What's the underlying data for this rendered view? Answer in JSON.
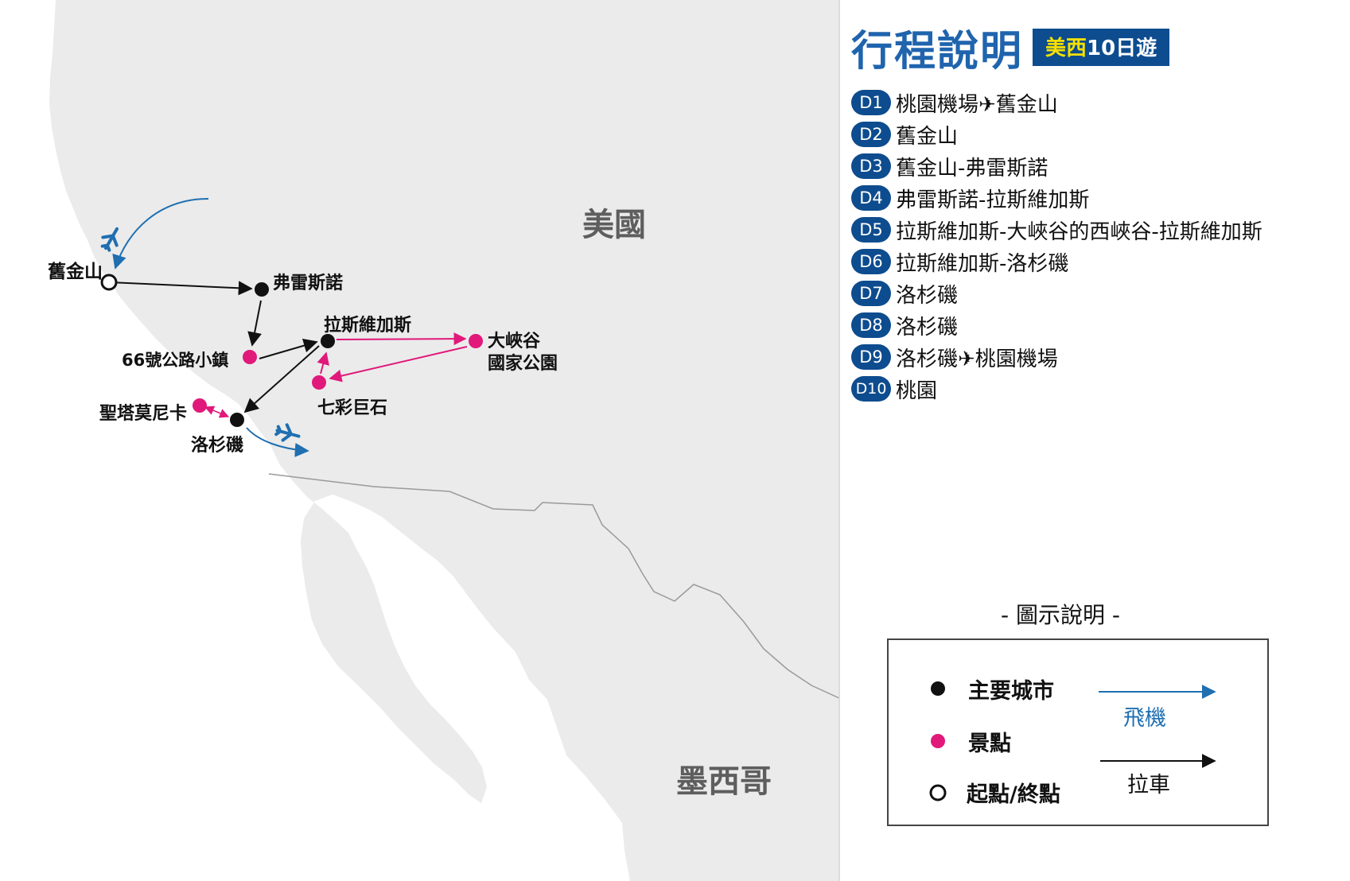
{
  "map": {
    "countries": [
      {
        "id": "usa",
        "label": "美國"
      },
      {
        "id": "mexico",
        "label": "墨西哥"
      }
    ],
    "cities": [
      {
        "id": "sf",
        "label": "舊金山",
        "kind": "start-end"
      },
      {
        "id": "fresno",
        "label": "弗雷斯諾",
        "kind": "main-city"
      },
      {
        "id": "route66",
        "label": "66號公路小鎮",
        "kind": "attraction"
      },
      {
        "id": "lasvegas",
        "label": "拉斯維加斯",
        "kind": "main-city"
      },
      {
        "id": "grandcanyon",
        "label": "大峽谷\n國家公園",
        "kind": "attraction"
      },
      {
        "id": "sevenmagic",
        "label": "七彩巨石",
        "kind": "attraction"
      },
      {
        "id": "santamonica",
        "label": "聖塔莫尼卡",
        "kind": "attraction"
      },
      {
        "id": "la",
        "label": "洛杉磯",
        "kind": "main-city"
      }
    ],
    "colors": {
      "land": "#ebebeb",
      "border": "#9a9a9a",
      "main_city": "#111111",
      "attraction": "#e0197a",
      "flight": "#1f6fb1",
      "drive": "#111111",
      "side_trip": "#e0197a"
    }
  },
  "panel": {
    "title": "行程說明",
    "badge_part1": "美西",
    "badge_part2": "10日遊",
    "days": [
      {
        "tag": "D1",
        "text": "桃園機場✈舊金山"
      },
      {
        "tag": "D2",
        "text": "舊金山"
      },
      {
        "tag": "D3",
        "text": "舊金山-弗雷斯諾"
      },
      {
        "tag": "D4",
        "text": "弗雷斯諾-拉斯維加斯"
      },
      {
        "tag": "D5",
        "text": "拉斯維加斯-大峽谷的西峽谷-拉斯維加斯"
      },
      {
        "tag": "D6",
        "text": "拉斯維加斯-洛杉磯"
      },
      {
        "tag": "D7",
        "text": "洛杉磯"
      },
      {
        "tag": "D8",
        "text": "洛杉磯"
      },
      {
        "tag": "D9",
        "text": "洛杉磯✈桃園機場"
      },
      {
        "tag": "D10",
        "text": "桃園"
      }
    ]
  },
  "legend": {
    "title": "- 圖示說明 -",
    "main_city": "主要城市",
    "attraction": "景點",
    "start_end": "起點/終點",
    "flight": "飛機",
    "drive": "拉車",
    "flight_color": "#1f6fb1",
    "drive_color": "#111111"
  }
}
